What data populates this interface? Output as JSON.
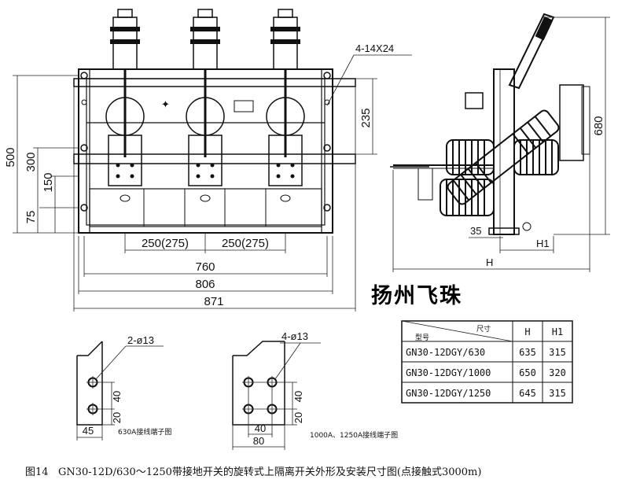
{
  "front_view": {
    "dim_500": "500",
    "dim_300": "300",
    "dim_150": "150",
    "dim_75": "75",
    "dim_235": "235",
    "slot_label": "4-14X24",
    "dim_250_left": "250(275)",
    "dim_250_right": "250(275)",
    "dim_760": "760",
    "dim_806": "806",
    "dim_871": "871"
  },
  "side_view": {
    "dim_680": "680",
    "dim_35": "35",
    "label_h1": "H1",
    "label_h": "H"
  },
  "brand": "扬州飞珠",
  "table": {
    "header_model": "型号",
    "header_size": "尺寸",
    "header_h": "H",
    "header_h1": "H1",
    "rows": [
      {
        "model": "GN30-12DGY/630",
        "h": "635",
        "h1": "315"
      },
      {
        "model": "GN30-12DGY/1000",
        "h": "650",
        "h1": "320"
      },
      {
        "model": "GN30-12DGY/1250",
        "h": "645",
        "h1": "315"
      }
    ]
  },
  "terminal_630": {
    "hole_label": "2-ø13",
    "dim_40": "40",
    "dim_20": "20",
    "dim_45": "45",
    "caption": "630A接线端子图"
  },
  "terminal_1000": {
    "hole_label": "4-ø13",
    "dim_40_v": "40",
    "dim_20_v": "20",
    "dim_40_h": "40",
    "dim_80": "80",
    "caption": "1000A、1250A接线端子图"
  },
  "figure_caption": "图14   GN30-12D/630～1250带接地开关的旋转式上隔离开关外形及安装尺寸图(点接触式3000m)"
}
